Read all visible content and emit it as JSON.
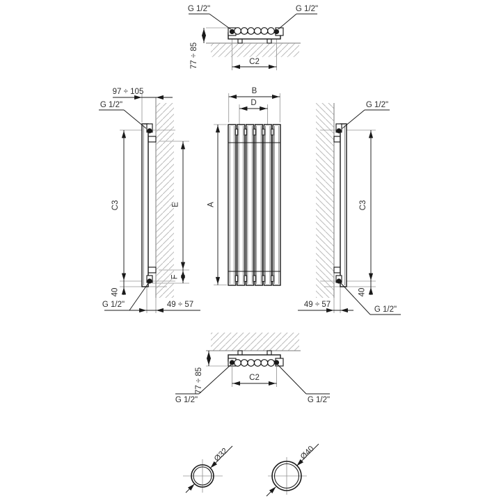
{
  "drawing": {
    "type": "technical-drawing",
    "colors": {
      "line": "#1a1a1a",
      "muted": "#949494",
      "hatch": "#bcbcbc"
    },
    "labels": {
      "thread": "G 1/2\"",
      "wall_distance": "77 ÷ 85",
      "c2": "C2",
      "top_offset": "97 ÷ 105",
      "c3": "C3",
      "a": "A",
      "b": "B",
      "d": "D",
      "e": "E",
      "f": "F",
      "n40": "40",
      "bracket_depth": "49 ÷ 57",
      "dia32": "Ø32",
      "dia40": "Ø40"
    }
  }
}
